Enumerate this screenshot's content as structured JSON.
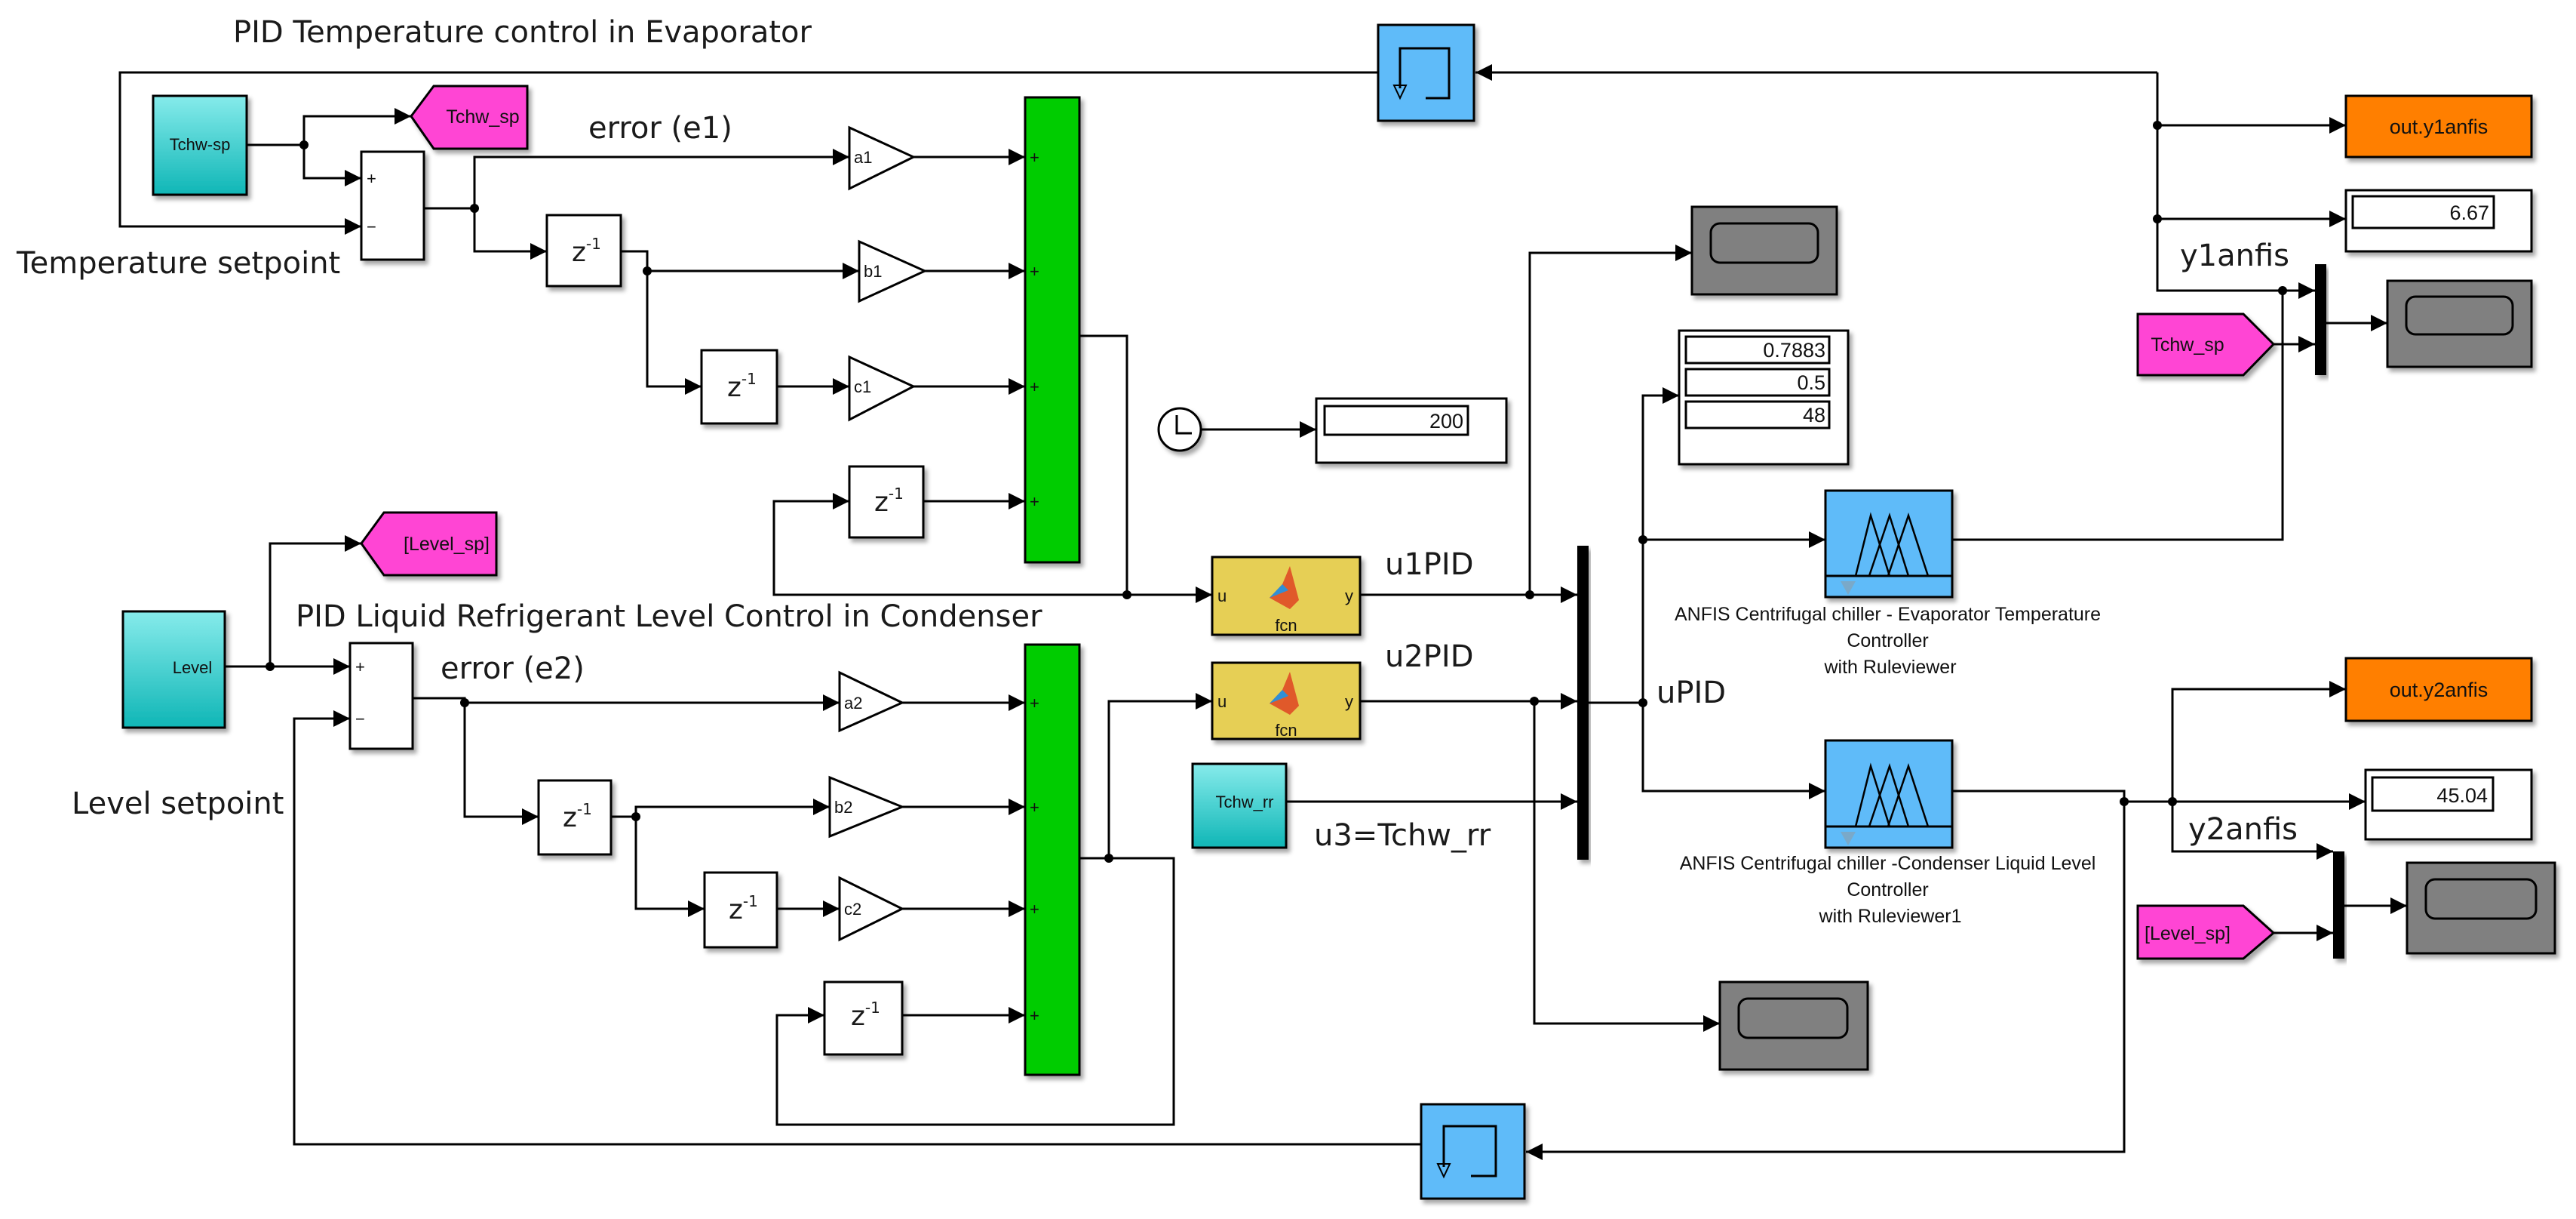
{
  "titles": {
    "evaporator": "PID Temperature control in Evaporator",
    "condenser": "PID Liquid Refrigerant Level Control in Condenser",
    "temp_setpoint": "Temperature setpoint",
    "level_setpoint": "Level setpoint"
  },
  "signals": {
    "e1": "error (e1)",
    "e2": "error (e2)",
    "u1": "u1PID",
    "u2": "u2PID",
    "u3": "u3=Tchw_rr",
    "upid": "uPID",
    "y1": "y1anfis",
    "y2": "y2anfis"
  },
  "blocks": {
    "tchw_sp_source": "Tchw-sp",
    "level_source": "Level",
    "tchw_rr_source": "Tchw_rr",
    "goto_tchw": "Tchw_sp",
    "goto_level": "[Level_sp]",
    "from_tchw": "Tchw_sp",
    "from_level": "[Level_sp]",
    "sum_plus": "+",
    "sum_minus": "−",
    "delay": "z",
    "delay_exp": "-1",
    "gains1": [
      "a1",
      "b1",
      "c1"
    ],
    "gains2": [
      "a2",
      "b2",
      "c2"
    ],
    "fcn_in": "u",
    "fcn_out": "y",
    "fcn_name": "fcn",
    "anfis1_caption": [
      "ANFIS Centrifugal chiller - Evaporator Temperature",
      "Controller",
      "with Ruleviewer"
    ],
    "anfis2_caption": [
      "ANFIS Centrifugal chiller -Condenser Liquid Level",
      "Controller",
      "with Ruleviewer1"
    ],
    "out1": "out.y1anfis",
    "out2": "out.y2anfis"
  },
  "displays": {
    "clock_time": "200",
    "upid_values": [
      "0.7883",
      "0.5",
      "48"
    ],
    "y1anfis_value": "6.67",
    "y2anfis_value": "45.04"
  },
  "colors": {
    "source": "#1fc3c3",
    "goto": "#ff44d4",
    "sum_bar": "#00cc00",
    "fcn": "#e6cf55",
    "anfis": "#5fbbf9",
    "to_workspace": "#ff7f00",
    "scope": "#808080"
  }
}
